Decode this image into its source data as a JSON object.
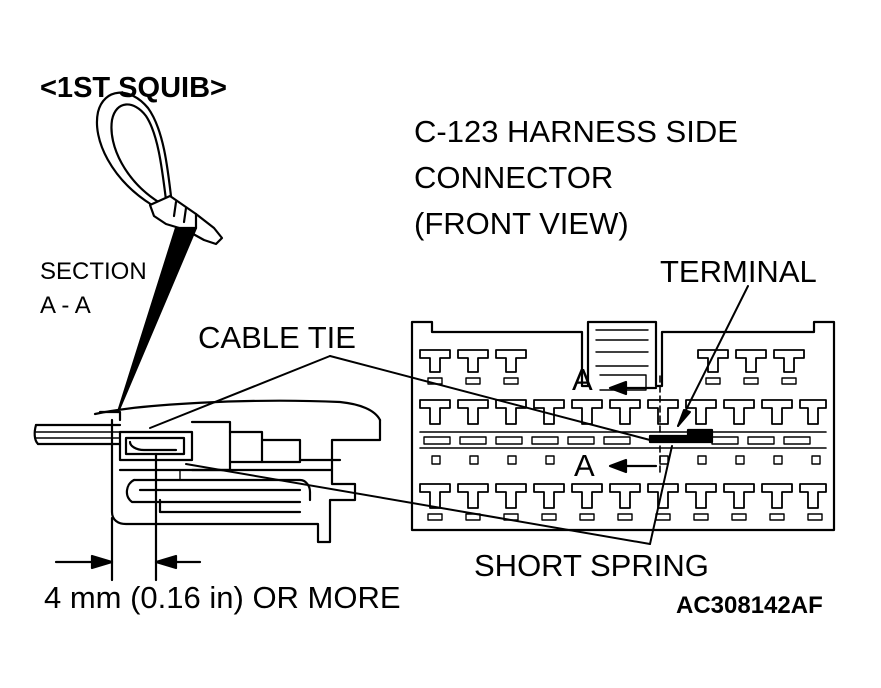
{
  "diagram": {
    "title": "<1ST SQUIB>",
    "connector_title": [
      "C-123 HARNESS SIDE",
      "CONNECTOR",
      "(FRONT VIEW)"
    ],
    "section_label": [
      "SECTION",
      "A - A"
    ],
    "labels": {
      "cable_tie": "CABLE TIE",
      "terminal": "TERMINAL",
      "short_spring": "SHORT SPRING",
      "section_mark_top": "A",
      "section_mark_bottom": "A"
    },
    "dimension": "4 mm (0.16 in) OR MORE",
    "figure_code": "AC308142AF"
  }
}
